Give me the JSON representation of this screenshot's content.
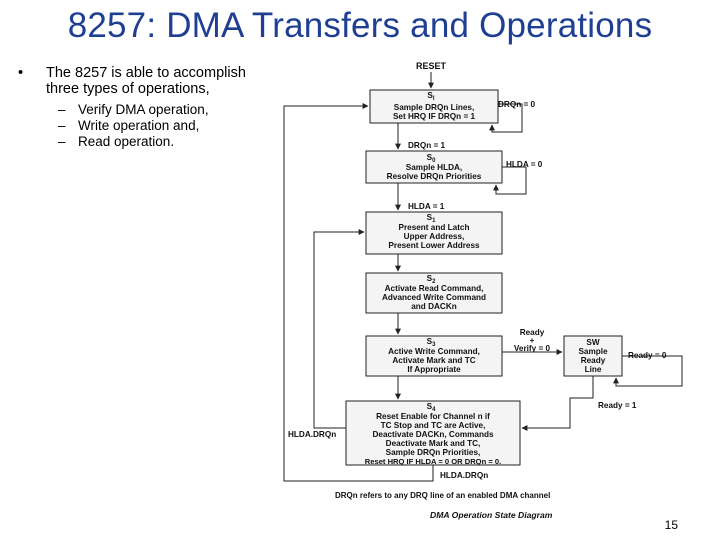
{
  "slide": {
    "title": "8257: DMA Transfers and Operations",
    "bullet_marker": "•",
    "bullet_text": "The 8257 is able to accomplish three types of operations,",
    "sub_marker": "–",
    "sub_items": [
      "Verify DMA operation,",
      "Write operation and,",
      "Read operation."
    ],
    "page_number": "15"
  },
  "diagram": {
    "caption": "DMA Operation State Diagram",
    "footnote": "DRQn refers to any DRQ line of an enabled DMA channel",
    "reset_label": "RESET",
    "states": [
      {
        "name": "S",
        "sub": "I",
        "lines": [
          "Sample DRQn Lines,",
          "Set HRQ IF DRQn = 1"
        ]
      },
      {
        "name": "S",
        "sub": "0",
        "lines": [
          "Sample HLDA,",
          "Resolve DRQn Priorities"
        ]
      },
      {
        "name": "S",
        "sub": "1",
        "lines": [
          "Present and Latch",
          "Upper Address,",
          "Present Lower Address"
        ]
      },
      {
        "name": "S",
        "sub": "2",
        "lines": [
          "Activate Read Command,",
          "Advanced Write Command",
          "and DACKn"
        ]
      },
      {
        "name": "S",
        "sub": "3",
        "lines": [
          "Active Write Command,",
          "Activate Mark and TC",
          "If Appropriate"
        ]
      },
      {
        "name": "S",
        "sub": "4",
        "lines": [
          "Reset Enable for Channel n if",
          "TC Stop and TC are Active,",
          "Deactivate DACKn, Commands",
          "Deactivate Mark and TC,",
          "Sample DRQn Priorities,",
          "Reset HRQ IF HLDA = 0 OR DRQn = 0."
        ]
      }
    ],
    "sw_lines": [
      "SW",
      "Sample",
      "Ready",
      "Line"
    ],
    "labels": {
      "drqn0": "DRQn = 0",
      "drqn1": "DRQn = 1",
      "hlda0": "HLDA = 0",
      "hlda1": "HLDA = 1",
      "ready_verify": [
        "Ready",
        "+",
        "Verify = 0"
      ],
      "ready0": "Ready = 0",
      "ready1": "Ready = 1",
      "hlda_drqn_left": "HLDA.DRQn",
      "hlda_drqn_bottom": "HLDA.DRQn"
    }
  }
}
